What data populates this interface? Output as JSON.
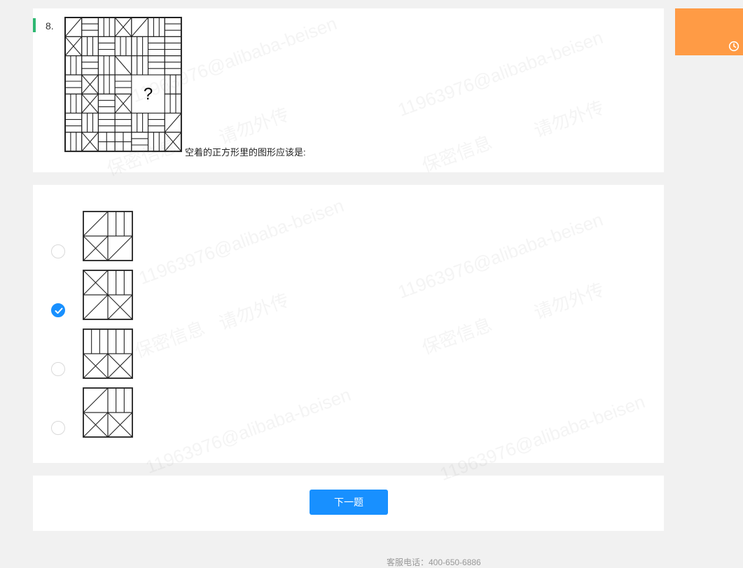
{
  "question": {
    "number": "8.",
    "puzzle_mark": "?",
    "text": "空着的正方形里的图形应该是:"
  },
  "options": [
    {
      "selected": false
    },
    {
      "selected": true
    },
    {
      "selected": false
    },
    {
      "selected": false
    }
  ],
  "footer": {
    "next_button_label": "下一题"
  },
  "service_line": "客服电话：400-650-6886",
  "watermark": {
    "lines": [
      "11963976@alibaba-beisen",
      "保密信息",
      "请勿外传"
    ]
  },
  "colors": {
    "accent": "#1890ff",
    "timer_tab": "#ff9b45",
    "question_bar": "#2eb872"
  }
}
